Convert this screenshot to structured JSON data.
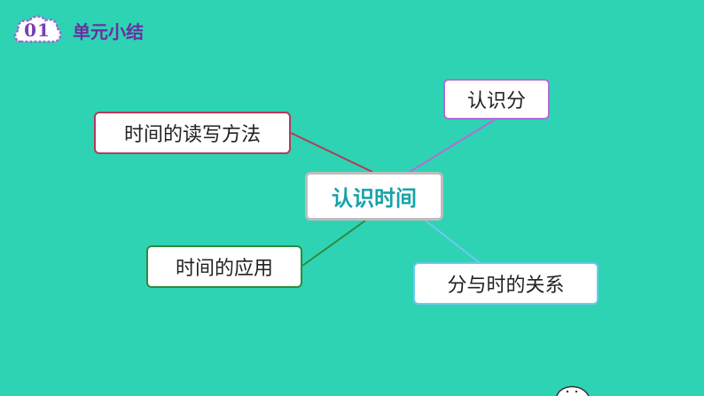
{
  "header": {
    "badge": "01",
    "title": "单元小结"
  },
  "nodes": {
    "center": "认识时间",
    "read_write": "时间的读写方法",
    "know_minute": "认识分",
    "application": "时间的应用",
    "relation": "分与时的关系"
  },
  "colors": {
    "background": "#2ed3b4",
    "read_write": "#b33a5a",
    "know_minute": "#b56bd6",
    "application": "#2e8b3e",
    "relation": "#6ec9ef",
    "center_text": "#17a2a8"
  }
}
